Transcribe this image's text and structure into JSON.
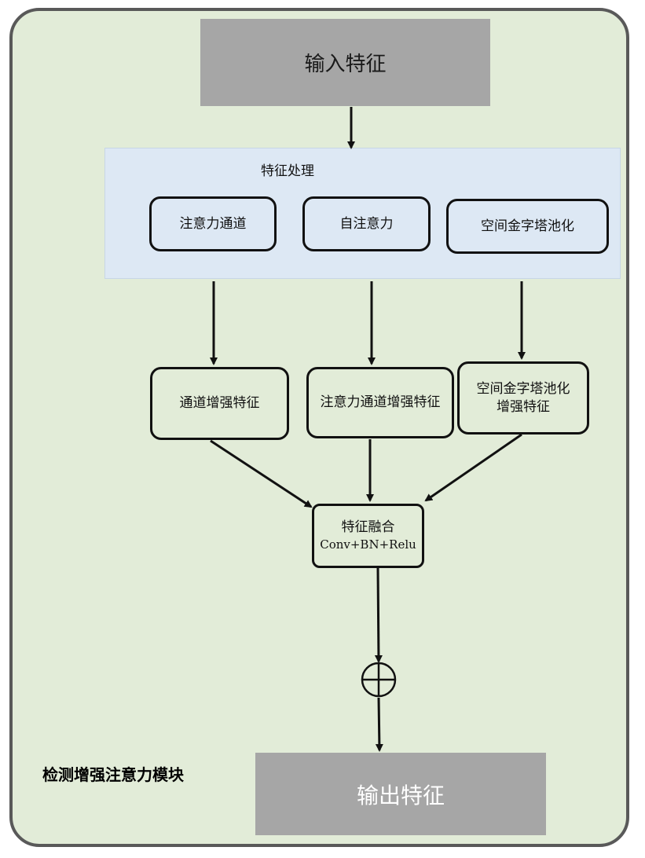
{
  "input_label": "输入特征",
  "output_label": "输出特征",
  "processing": {
    "title": "特征处理",
    "branches": [
      "注意力通道",
      "自注意力",
      "空间金字塔池化"
    ]
  },
  "enhanced": {
    "channel": "通道增强特征",
    "attention_channel": "注意力通道增强特征",
    "spp_line1": "空间金字塔池化",
    "spp_line2": "增强特征"
  },
  "fusion": {
    "title": "特征融合",
    "subtitle": "Conv+BN+Relu"
  },
  "module_label": "检测增强注意力模块"
}
